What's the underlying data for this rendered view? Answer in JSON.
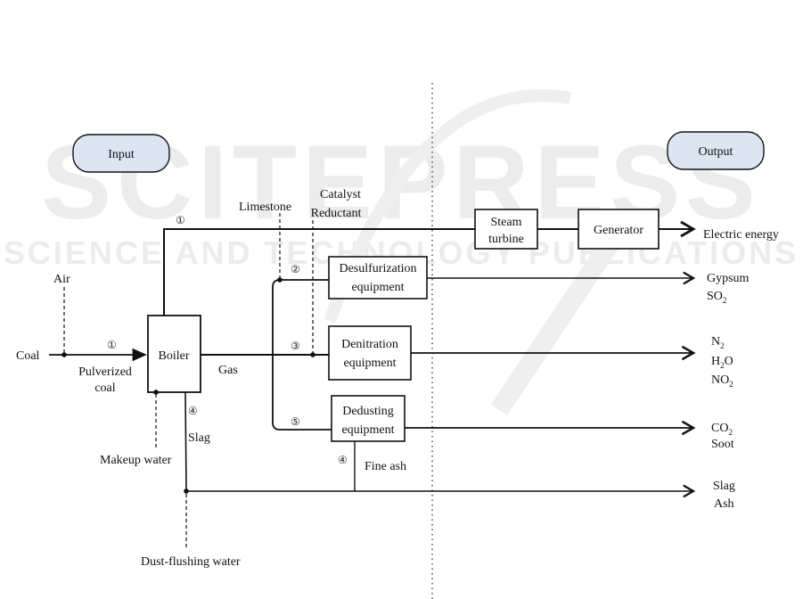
{
  "watermark": {
    "main": "SCITEPRESS",
    "sub": "SCIENCE AND TECHNOLOGY PUBLICATIONS"
  },
  "header": {
    "input_label": "Input",
    "output_label": "Output"
  },
  "colors": {
    "pill_fill": "#dce6f2",
    "line": "#111111"
  },
  "inputs": {
    "coal": "Coal",
    "air": "Air",
    "pulverized_coal": [
      "Pulverized",
      "coal"
    ],
    "makeup_water": "Makeup water",
    "dust_flushing_water": "Dust-flushing water",
    "limestone": "Limestone",
    "catalyst": "Catalyst",
    "reductant": "Reductant"
  },
  "units": {
    "boiler": "Boiler",
    "steam_turbine": [
      "Steam",
      "turbine"
    ],
    "generator": "Generator",
    "desulfurization": [
      "Desulfurization",
      "equipment"
    ],
    "denitration": [
      "Denitration",
      "equipment"
    ],
    "dedusting": [
      "Dedusting",
      "equipment"
    ]
  },
  "streams": {
    "gas": "Gas",
    "slag": "Slag",
    "fine_ash": "Fine ash"
  },
  "markers": {
    "m1_top": "①",
    "m1_coal": "①",
    "m2": "②",
    "m3": "③",
    "m4_slag": "④",
    "m4_ash": "④",
    "m5": "⑤"
  },
  "outputs": {
    "electric": "Electric energy",
    "gypsum": "Gypsum",
    "so2": {
      "base": "SO",
      "sub": "2"
    },
    "n2": {
      "base": "N",
      "sub": "2"
    },
    "h2o": {
      "base": "H",
      "sub": "2",
      "tail": "O"
    },
    "no2": {
      "base": "NO",
      "sub": "2"
    },
    "co2": {
      "base": "CO",
      "sub": "2"
    },
    "soot": "Soot",
    "slag": "Slag",
    "ash": "Ash"
  }
}
